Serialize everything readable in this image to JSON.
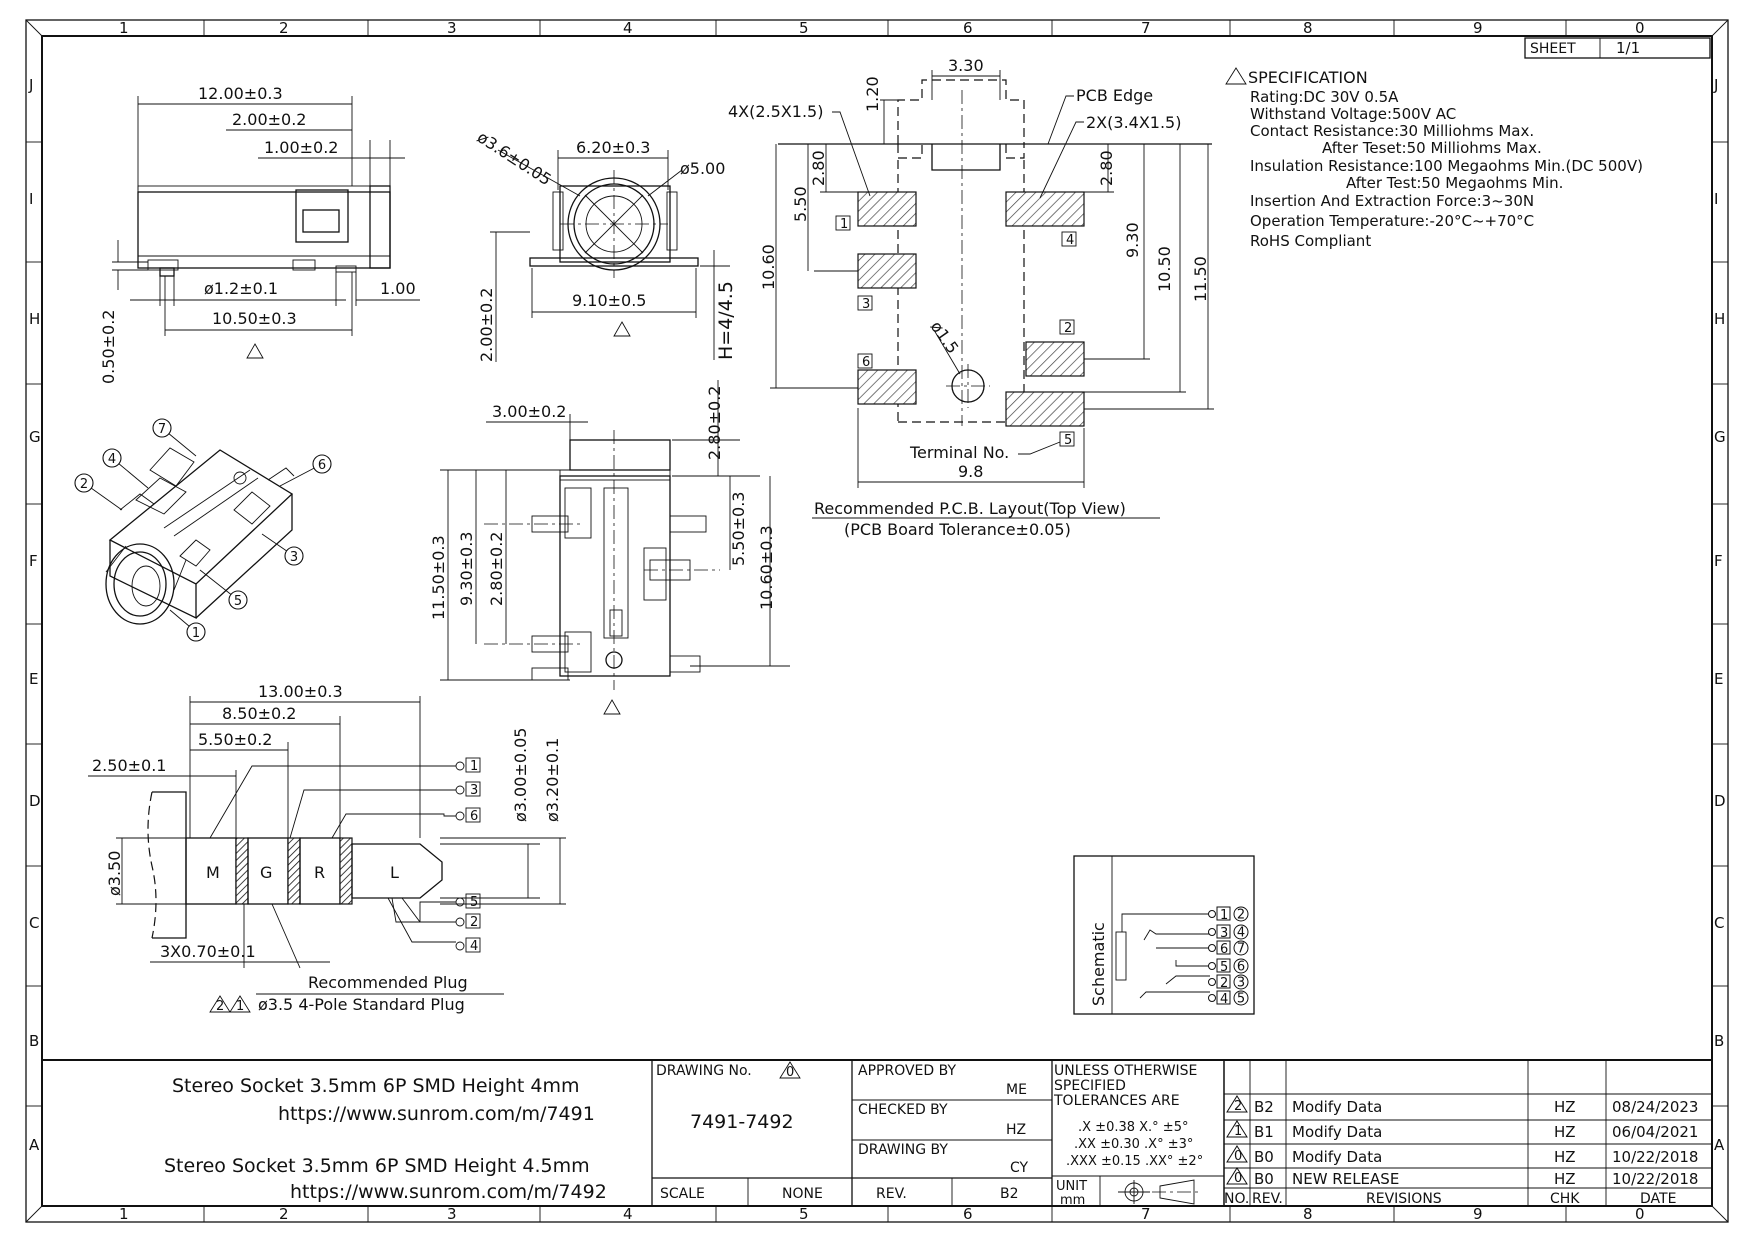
{
  "sheet": {
    "label": "SHEET",
    "value": "1/1"
  },
  "grid": {
    "columns": [
      "1",
      "2",
      "3",
      "4",
      "5",
      "6",
      "7",
      "8",
      "9",
      "0"
    ],
    "rows": [
      "J",
      "I",
      "H",
      "G",
      "F",
      "E",
      "D",
      "C",
      "B",
      "A"
    ]
  },
  "side_view": {
    "dims": [
      "12.00±0.3",
      "2.00±0.2",
      "1.00±0.2",
      "ø1.2±0.1",
      "1.00",
      "10.50±0.3",
      "0.50±0.2"
    ]
  },
  "front_view": {
    "dims": [
      "ø3.6±0.05",
      "6.20±0.3",
      "ø5.00",
      "9.10±0.5",
      "2.00±0.2",
      "H=4/4.5"
    ]
  },
  "top_view": {
    "dims": [
      "3.00±0.2",
      "2.80±0.2",
      "11.50±0.3",
      "9.30±0.3",
      "2.80±0.2",
      "5.50±0.3",
      "10.60±0.3"
    ]
  },
  "pcb_layout": {
    "dims": [
      "3.30",
      "1.20",
      "4X(2.5X1.5)",
      "PCB Edge",
      "2X(3.4X1.5)",
      "2.80",
      "5.50",
      "10.60",
      "2.80",
      "9.30",
      "10.50",
      "11.50",
      "ø1.5",
      "9.8"
    ],
    "terminal_label": "Terminal No.",
    "pads": [
      "1",
      "4",
      "3",
      "2",
      "6",
      "5"
    ],
    "caption1": "Recommended P.C.B. Layout(Top View)",
    "caption2": "(PCB Board Tolerance±0.05)"
  },
  "specification": {
    "title": "SPECIFICATION",
    "lines": [
      "Rating:DC  30V  0.5A",
      "Withstand  Voltage:500V  AC",
      "Contact  Resistance:30  Milliohms  Max.",
      "After  Teset:50  Milliohms  Max.",
      "Insulation  Resistance:100  Megaohms  Min.(DC  500V)",
      "After  Test:50  Megaohms  Min.",
      "Insertion  And  Extraction  Force:3~30N",
      "Operation  Temperature:-20°C~+70°C",
      "RoHS  Compliant"
    ]
  },
  "iso_view": {
    "pins": [
      "7",
      "4",
      "2",
      "6",
      "3",
      "5",
      "1"
    ]
  },
  "plug": {
    "dims": [
      "13.00±0.3",
      "8.50±0.2",
      "5.50±0.2",
      "2.50±0.1",
      "ø3.50",
      "3X0.70±0.1",
      "ø3.00±0.05",
      "ø3.20±0.1"
    ],
    "segments": [
      "M",
      "G",
      "R",
      "L"
    ],
    "pins_top": [
      "1",
      "3",
      "6"
    ],
    "pins_bottom": [
      "5",
      "2",
      "4"
    ],
    "caption1": "Recommended Plug",
    "caption2": "ø3.5  4-Pole  Standard  Plug",
    "rev_marks": [
      "2",
      "1"
    ]
  },
  "schematic": {
    "label": "Schematic",
    "pins": [
      {
        "box": "1",
        "circ": "2"
      },
      {
        "box": "3",
        "circ": "4"
      },
      {
        "box": "6",
        "circ": "7"
      },
      {
        "box": "5",
        "circ": "6"
      },
      {
        "box": "2",
        "circ": "3"
      },
      {
        "box": "4",
        "circ": "5"
      }
    ]
  },
  "title_block": {
    "product1": "Stereo Socket 3.5mm 6P SMD Height 4mm",
    "url1": "https://www.sunrom.com/m/7491",
    "product2": "Stereo Socket 3.5mm 6P SMD Height 4.5mm",
    "url2": "https://www.sunrom.com/m/7492",
    "drawing_no_label": "DRAWING No.",
    "drawing_no_mark": "0",
    "drawing_no": "7491-7492",
    "scale_label": "SCALE",
    "scale_value": "NONE",
    "approved_label": "APPROVED BY",
    "approved_value": "ME",
    "checked_label": "CHECKED BY",
    "checked_value": "HZ",
    "drawn_label": "DRAWING BY",
    "drawn_value": "CY",
    "rev_label": "REV.",
    "rev_value": "B2",
    "tol_title1": "UNLESS OTHERWISE",
    "tol_title2": "SPECIFIED",
    "tol_title3": "TOLERANCES ARE",
    "tol_lines": [
      ".X  ±0.38  X.°  ±5°",
      ".XX  ±0.30  .X°  ±3°",
      ".XXX  ±0.15  .XX°  ±2°"
    ],
    "unit_label": "UNIT",
    "unit_value": "mm"
  },
  "revisions": {
    "rows": [
      {
        "mark": "2",
        "rev": "B2",
        "desc": "Modify Data",
        "chk": "HZ",
        "date": "08/24/2023"
      },
      {
        "mark": "1",
        "rev": "B1",
        "desc": "Modify Data",
        "chk": "HZ",
        "date": "06/04/2021"
      },
      {
        "mark": "0",
        "rev": "B0",
        "desc": "Modify Data",
        "chk": "HZ",
        "date": "10/22/2018"
      },
      {
        "mark": "0",
        "rev": "B0",
        "desc": "NEW RELEASE",
        "chk": "HZ",
        "date": "10/22/2018"
      }
    ],
    "headers": {
      "no": "NO.",
      "rev": "REV.",
      "desc": "REVISIONS",
      "chk": "CHK",
      "date": "DATE"
    }
  }
}
